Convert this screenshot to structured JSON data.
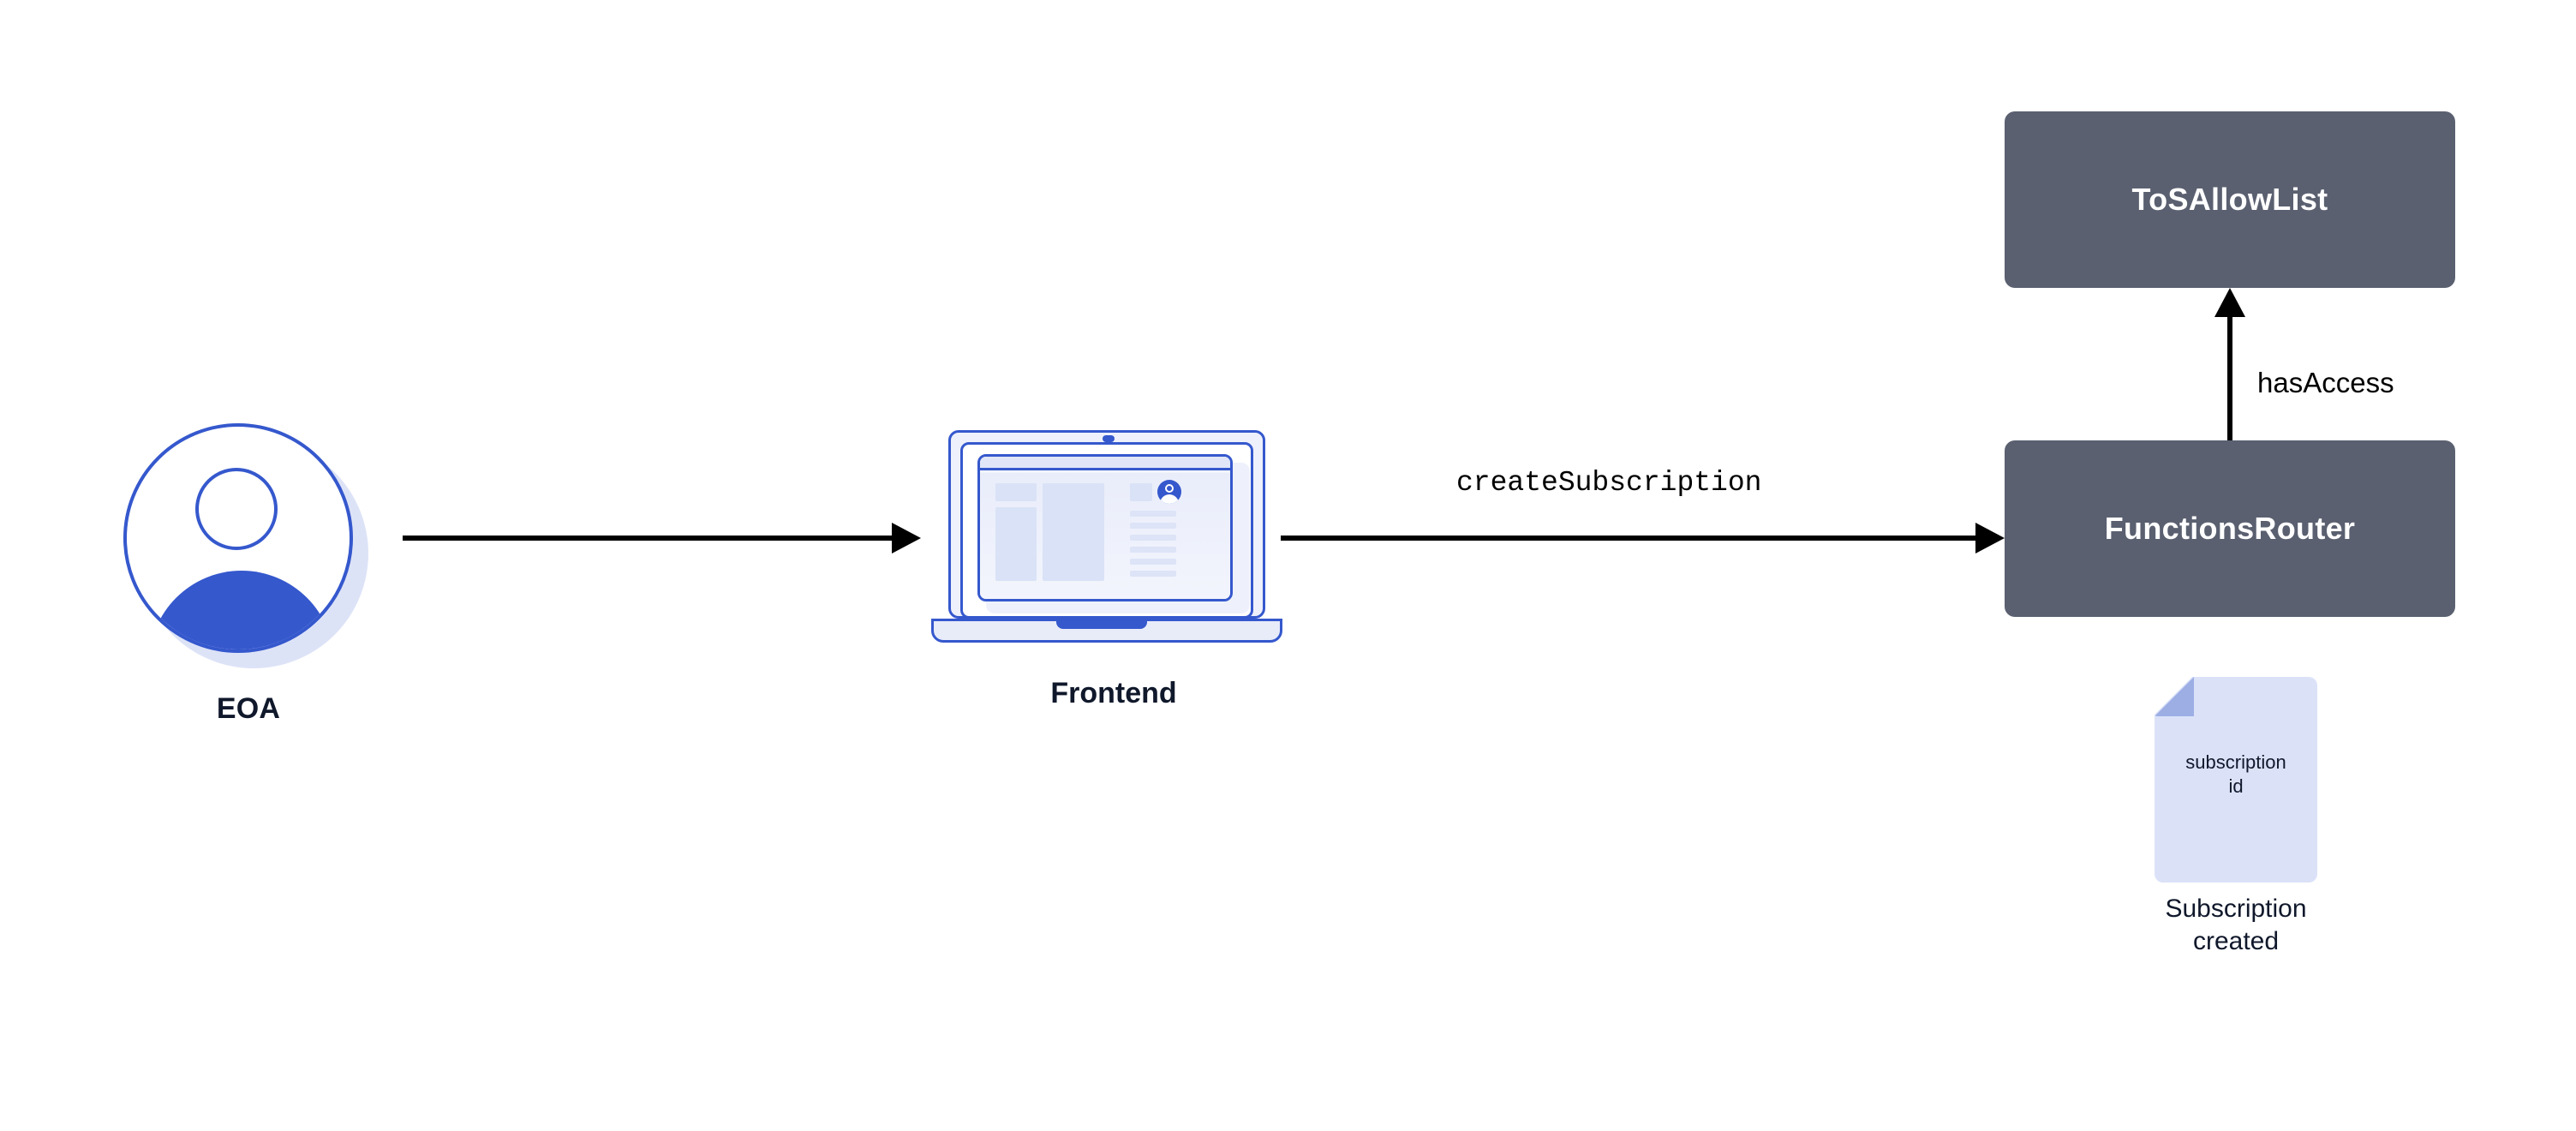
{
  "diagram": {
    "background_color": "#ffffff",
    "accent_blue": "#3558cd",
    "node_dark": "#5a6070",
    "doc_fill": "#dbe2f8",
    "doc_fold": "#9caee4",
    "text_dark": "#10182b"
  },
  "nodes": {
    "eoa": {
      "label": "EOA",
      "icon": "user-avatar-icon"
    },
    "frontend": {
      "label": "Frontend",
      "icon": "laptop-icon"
    },
    "tos_allow_list": {
      "label": "ToSAllowList"
    },
    "functions_router": {
      "label": "FunctionsRouter"
    },
    "subscription_doc": {
      "icon": "document-icon",
      "body_text_line_1": "subscription",
      "body_text_line_2": "id",
      "caption_line_1": "Subscription",
      "caption_line_2": "created"
    }
  },
  "edges": [
    {
      "id": "eoa-to-frontend",
      "from": "EOA",
      "to": "Frontend",
      "label": "",
      "direction": "right"
    },
    {
      "id": "frontend-to-router",
      "from": "Frontend",
      "to": "FunctionsRouter",
      "label": "createSubscription",
      "label_style": "mono",
      "direction": "right"
    },
    {
      "id": "router-to-tosallowlist",
      "from": "FunctionsRouter",
      "to": "ToSAllowList",
      "label": "hasAccess",
      "label_style": "sans",
      "direction": "up"
    }
  ]
}
